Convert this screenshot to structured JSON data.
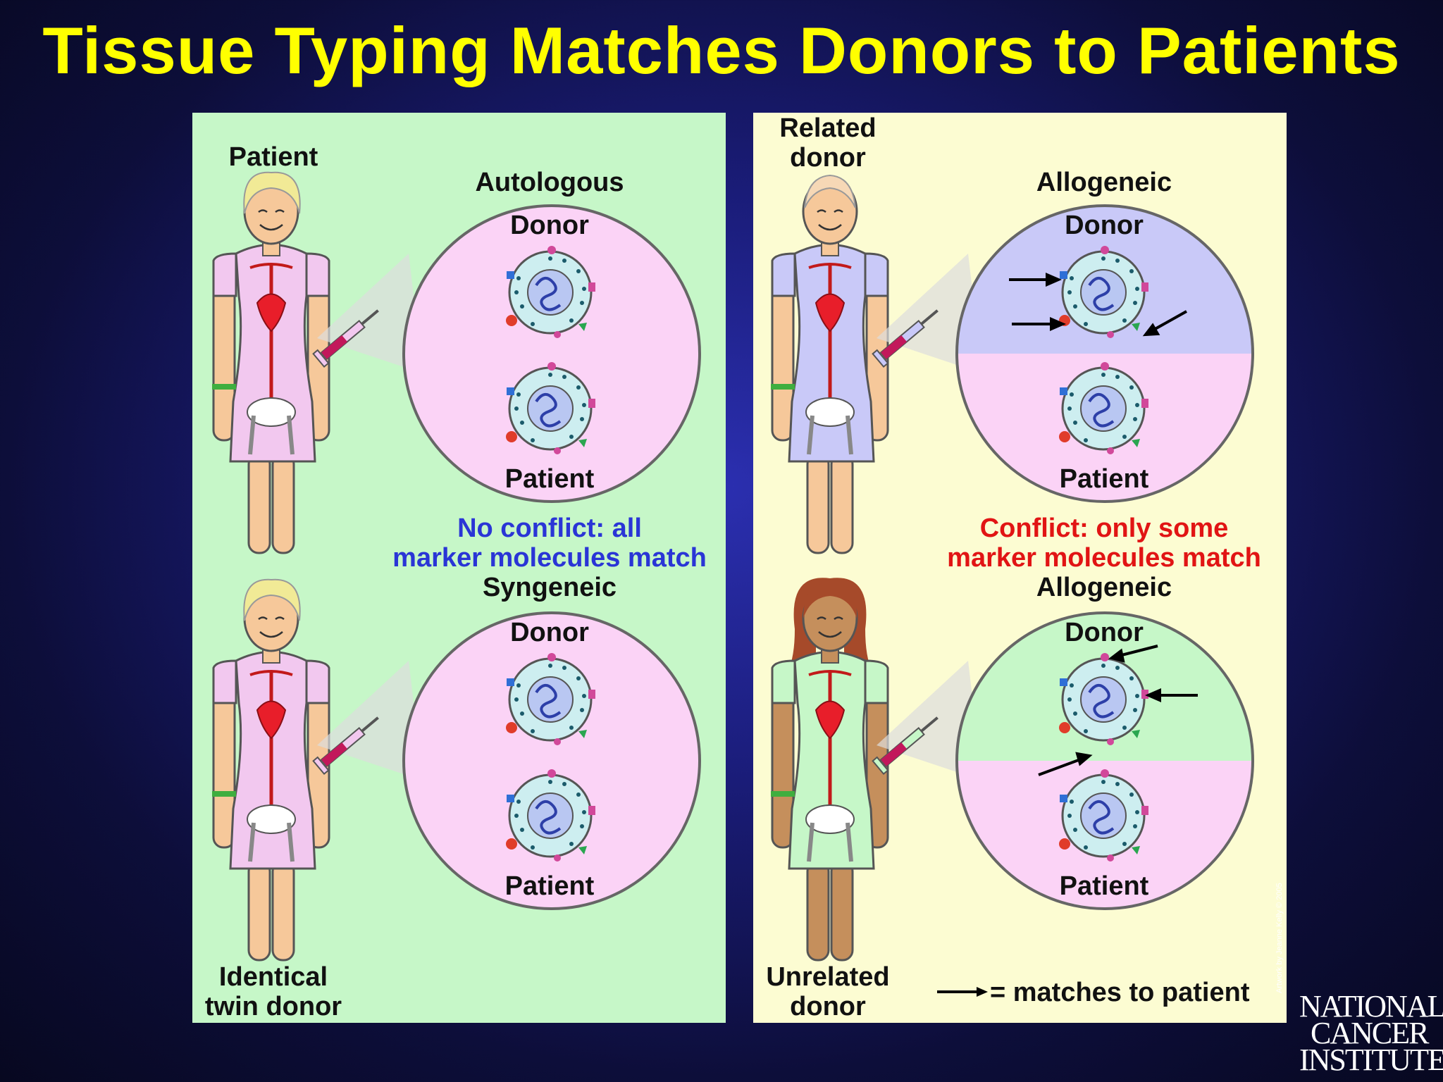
{
  "title": "Tissue Typing Matches Donors to Patients",
  "left_panel": {
    "top_person": "Patient",
    "bottom_person": "Identical\ntwin donor",
    "circle_top": {
      "type": "Autologous",
      "donor": "Donor",
      "patient": "Patient"
    },
    "circle_bottom": {
      "type": "Syngeneic",
      "donor": "Donor",
      "patient": "Patient"
    },
    "message": "No conflict: all\nmarker molecules match"
  },
  "right_panel": {
    "top_person": "Related\ndonor",
    "bottom_person": "Unrelated\ndonor",
    "circle_top": {
      "type": "Allogeneic",
      "donor": "Donor",
      "patient": "Patient"
    },
    "circle_bottom": {
      "type": "Allogeneic",
      "donor": "Donor",
      "patient": "Patient"
    },
    "message": "Conflict: only some\nmarker molecules match",
    "legend": "= matches to patient"
  },
  "credit": "Artwork by Jeanne Kelly © 2005",
  "logo": [
    "NATIONAL",
    "CANCER",
    "INSTITUTE"
  ],
  "colors": {
    "title": "#ffff00",
    "left_panel_bg": "#c6f7c8",
    "right_panel_bg": "#fcfcd2",
    "no_conflict_text": "#2a35d6",
    "conflict_text": "#e11414",
    "circle_pink": "#fbd3f6",
    "circle_blue": "#c9c9f8",
    "circle_green": "#c6f7c8"
  }
}
